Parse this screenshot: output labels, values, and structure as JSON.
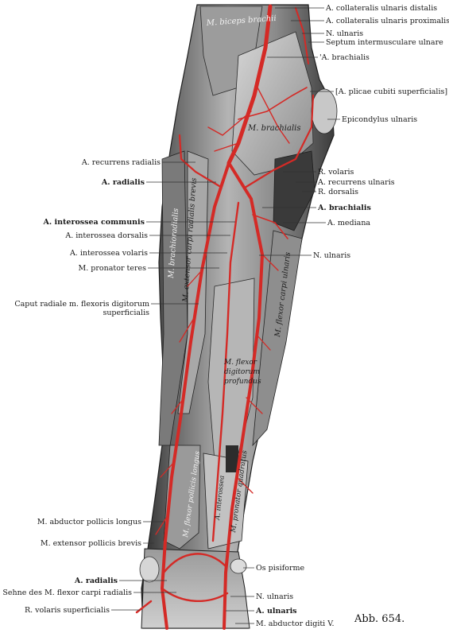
{
  "labels": {
    "collateralis_ulnaris_distalis": "A. collateralis ulnaris distalis",
    "collateralis_ulnaris_proximalis": "A. collateralis ulnaris proximalis",
    "n_ulnaris_top": "N. ulnaris",
    "septum_intermusculare": "Septum intermusculare ulnare",
    "a_brachialis_top": "'A. brachialis",
    "plicae_cubiti": "[A. plicae cubiti superficialis]",
    "epicondylus_ulnaris": "Epicondylus ulnaris",
    "recurrens_radialis": "A. recurrens radialis",
    "r_volaris": "R. volaris",
    "a_radialis_upper": "A. radialis",
    "recurrens_ulnaris": "A. recurrens ulnaris",
    "r_dorsalis": "R. dorsalis",
    "a_brachialis_mid": "A. brachialis",
    "interossea_communis": "A. interossea communis",
    "a_mediana": "A. mediana",
    "interossea_dorsalis": "A. interossea dorsalis",
    "interossea_volaris": "A. interossea volaris",
    "n_ulnaris_mid": "N. ulnaris",
    "pronator_teres": "M. pronator teres",
    "caput_radiale_1": "Caput radiale m. flexoris digitorum",
    "caput_radiale_2": "superficialis",
    "abductor_pollicis": "M. abductor pollicis longus",
    "extensor_pollicis": "M. extensor pollicis brevis",
    "os_pisiforme": "Os pisiforme",
    "a_radialis_lower": "A. radialis",
    "sehne_flexor": "Sehne des M. flexor carpi radialis",
    "n_ulnaris_low": "N. ulnaris",
    "r_volaris_superficialis": "R. volaris superficialis",
    "a_ulnaris": "A. ulnaris",
    "abductor_digiti": "M. abductor digiti V.",
    "figure_number": "Abb. 654."
  },
  "in_figure": {
    "biceps_brachii": "M. biceps brachii",
    "brachialis": "M. brachialis",
    "brachioradialis": "M. brachioradialis",
    "extensor_carpi_radialis_brevis": "M. extensor carpi radialis brevis",
    "flexor_carpi_ulnaris": "M. flexor carpi ulnaris",
    "flexor_digitorum_profundus_1": "M. flexor",
    "flexor_digitorum_profundus_2": "digitorum",
    "flexor_digitorum_profundus_3": "profundus",
    "flexor_pollicis_longus": "M. flexor pollicis longus",
    "pronator_quadratus": "M. pronator quadratus",
    "interossea": "A. interossea"
  },
  "colors": {
    "artery": "#d42a26",
    "muscle_dark": "#3a3a3a",
    "muscle_light": "#bdbdbd",
    "leader": "#333333"
  }
}
